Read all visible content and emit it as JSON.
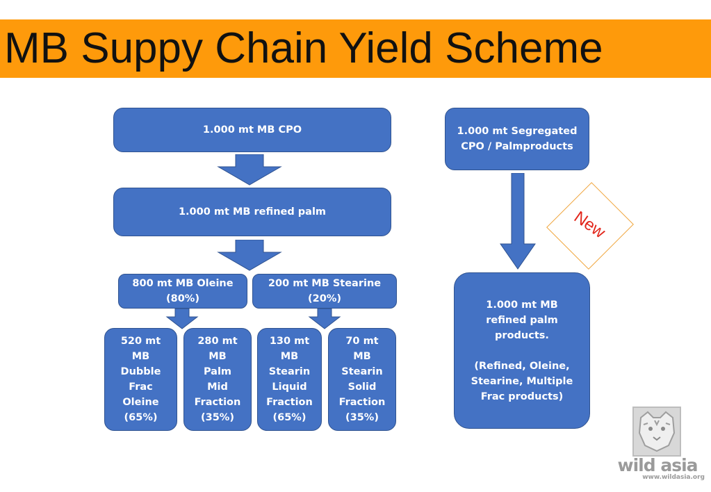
{
  "title": "MB Suppy Chain Yield Scheme",
  "colors": {
    "title_bar": "#fe9a0b",
    "box_fill": "#4472c4",
    "box_border": "#2f528f",
    "new_text": "#e2261b",
    "new_border": "#f0a43a"
  },
  "nodes": {
    "cpo": "1.000 mt MB CPO",
    "refined_palm": "1.000 mt MB refined palm",
    "oleine": "800 mt MB Oleine\n(80%)",
    "stearine": "200 mt MB Stearine\n(20%)",
    "dubble_frac": "520 mt\nMB\nDubble\nFrac\nOleine\n(65%)",
    "palm_mid": "280 mt\nMB\nPalm\nMid\nFraction\n(35%)",
    "stearin_liquid": "130 mt\nMB\nStearin\nLiquid\nFraction\n(65%)",
    "stearin_solid": "70 mt\nMB\nStearin\nSolid\nFraction\n(35%)",
    "segregated": "1.000 mt Segregated\nCPO / Palmproducts",
    "refined_products": "1.000 mt MB\nrefined palm\nproducts.\n\n(Refined, Oleine,\nStearine, Multiple\nFrac products)"
  },
  "badge": "New",
  "logo": {
    "name": "wild asia",
    "url": "www.wildasia.org"
  }
}
